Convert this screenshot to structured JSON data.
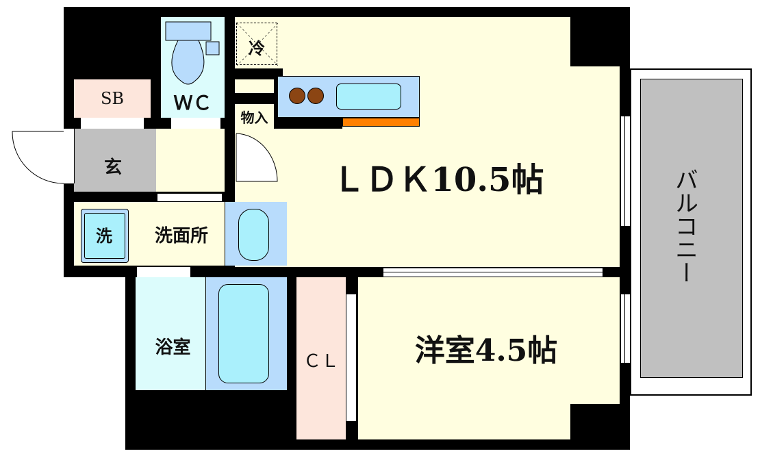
{
  "rooms": {
    "ldk": "ＬＤＫ10.5帖",
    "western": "洋室4.5帖",
    "balcony": "バルコニー",
    "wc": "ＷＣ",
    "sb": "SB",
    "entrance": "玄",
    "storage": "物入",
    "fridge": "冷",
    "washroom": "洗面所",
    "washer": "洗",
    "bathroom": "浴室",
    "closet": "ＣＬ"
  },
  "colors": {
    "wall": "#000000",
    "floor": "#fffee0",
    "wet": "#dcfcfc",
    "fixture": "#b8dcfc",
    "basin": "#aaf0fc",
    "closet": "#fde6dc",
    "entrance": "#c0c0c0",
    "balcony": "#c0c0c0",
    "counter": "#ff8000",
    "stove": "#8b4513"
  }
}
